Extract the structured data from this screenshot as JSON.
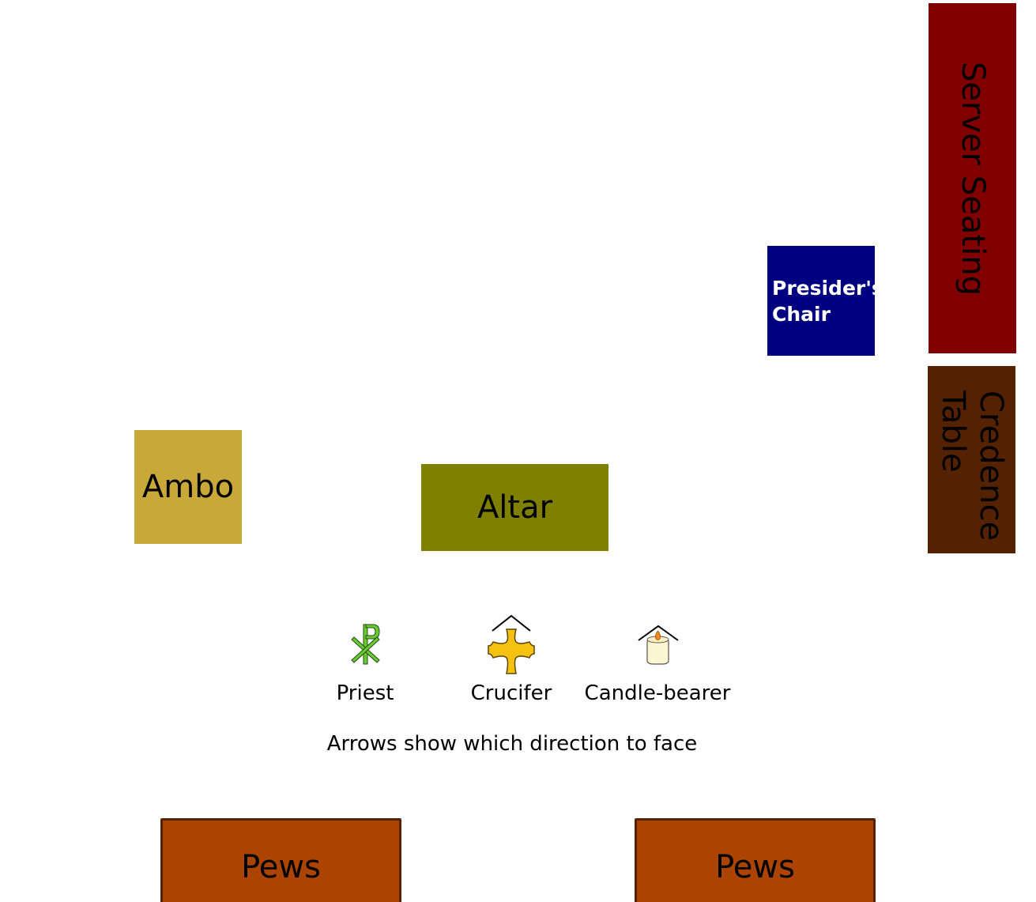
{
  "blocks": {
    "server_seating": "Server Seating",
    "credence_table": "Credence Table",
    "presiders_chair": "Presider's Chair",
    "ambo": "Ambo",
    "altar": "Altar",
    "pews_left": "Pews",
    "pews_right": "Pews"
  },
  "legend": {
    "priest": "Priest",
    "crucifer": "Crucifer",
    "candle_bearer": "Candle-bearer",
    "note": "Arrows show which direction to face"
  },
  "icons": {
    "priest": "chi-rho-icon",
    "crucifer": "cross-icon",
    "candle_bearer": "candle-icon"
  },
  "colors": {
    "server_seating": "#800000",
    "credence_table": "#552200",
    "presiders_chair": "#000080",
    "ambo": "#c8a838",
    "altar": "#808000",
    "pews": "#aa4400",
    "priest_icon": "#66cc33",
    "crucifer_icon": "#f5c211",
    "candle_body": "#fdf6d2",
    "candle_flame": "#f08a1c"
  }
}
